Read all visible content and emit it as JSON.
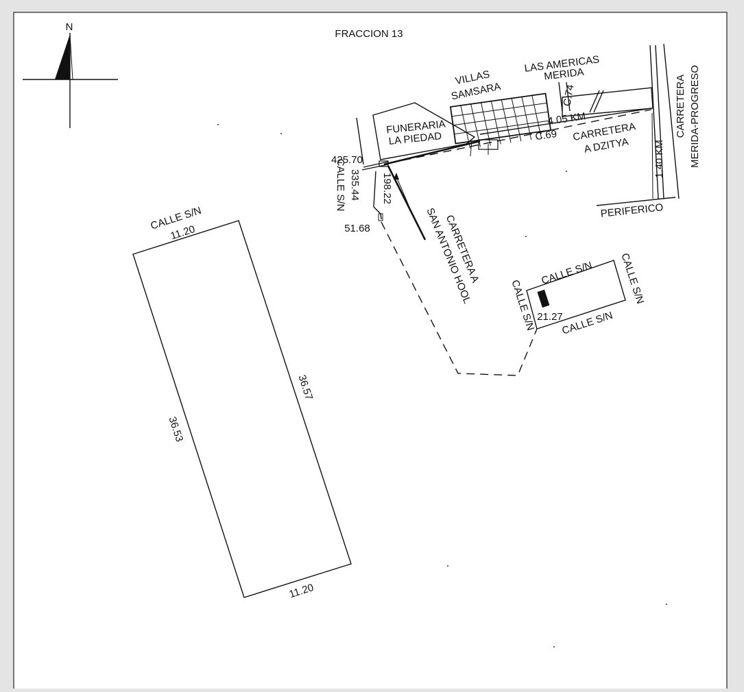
{
  "title": "FRACCION 13",
  "north_label": "N",
  "lot": {
    "street_top": "CALLE S/N",
    "side_top": "11.20",
    "side_bottom": "11.20",
    "side_left": "36.53",
    "side_right": "36.57"
  },
  "location_map": {
    "villas": "VILLAS",
    "samsara": "SAMSARA",
    "las_americas": "LAS AMERICAS",
    "merida": "MERIDA",
    "funeraria": "FUNERARIA",
    "la_piedad": "LA PIEDAD",
    "c74": "C.74",
    "km_405": "4.05 KM",
    "c69": "C.69",
    "carretera_dzitya_1": "CARRETERA",
    "carretera_dzitya_2": "A DZITYA",
    "carretera_progreso_1": "CARRETERA",
    "carretera_progreso_2": "MERIDA-PROGRESO",
    "km_140": "1.40 KM",
    "periferico": "PERIFERICO",
    "dist_425": "425.70",
    "dist_335": "335.44",
    "calle_sn_left": "CALLE S/N",
    "dist_198": "198.22",
    "dist_51": "51.68",
    "carretera_sah_1": "CARRETERA A",
    "carretera_sah_2": "SAN ANTONIO HOOL"
  },
  "detail": {
    "calle_top": "CALLE S/N",
    "calle_right": "CALLE S/N",
    "calle_left": "CALLE S/N",
    "calle_bottom": "CALLE S/N",
    "dim": "21.27"
  }
}
